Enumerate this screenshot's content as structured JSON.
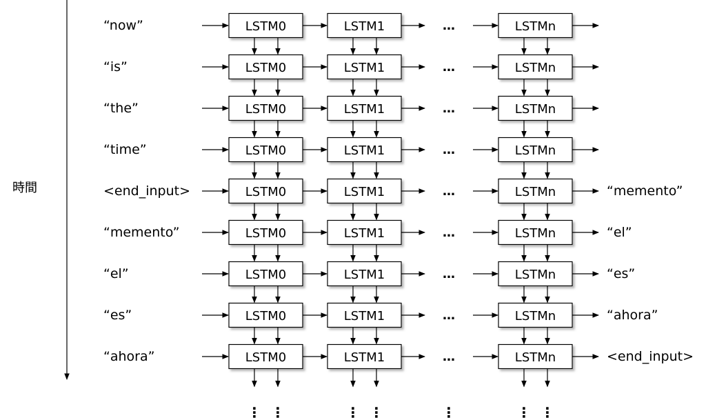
{
  "diagram": {
    "time_label": "時間",
    "input_words": [
      "“now”",
      "“is”",
      "“the”",
      "“time”",
      "<end_input>",
      "“memento”",
      "“el”",
      "“es”",
      "“ahora”"
    ],
    "output_words": [
      "",
      "",
      "",
      "",
      "“memento”",
      "“el”",
      "“es”",
      "“ahora”",
      "<end_input>"
    ],
    "cells": [
      "LSTM0",
      "LSTM1",
      "LSTMn"
    ],
    "ellipsis": "…",
    "vertical_ellipsis": "⋮"
  }
}
